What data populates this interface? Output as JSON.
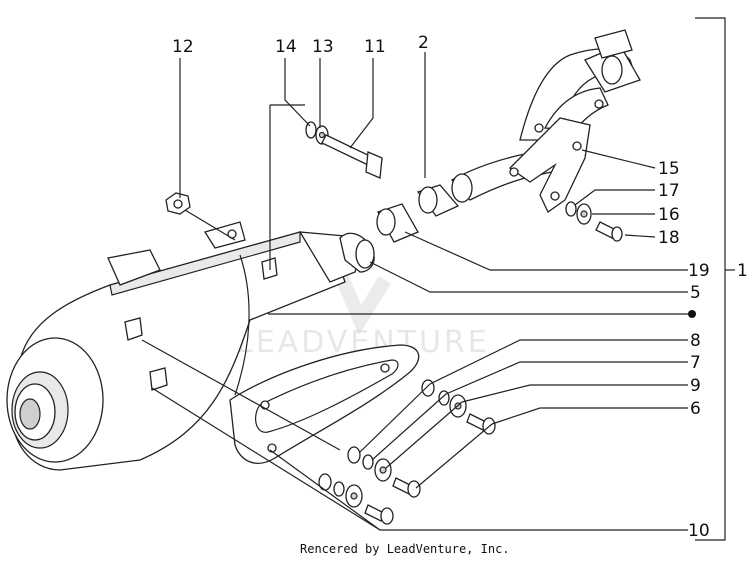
{
  "diagram": {
    "callouts": {
      "c1": "1",
      "c2": "2",
      "c5": "5",
      "c6": "6",
      "c7": "7",
      "c8": "8",
      "c9": "9",
      "c10": "10",
      "c11": "11",
      "c12": "12",
      "c13": "13",
      "c14": "14",
      "c15": "15",
      "c16": "16",
      "c17": "17",
      "c18": "18",
      "c19": "19"
    },
    "watermark": "LEADVENTURE",
    "credit": "Rencered by LeadVenture, Inc."
  }
}
